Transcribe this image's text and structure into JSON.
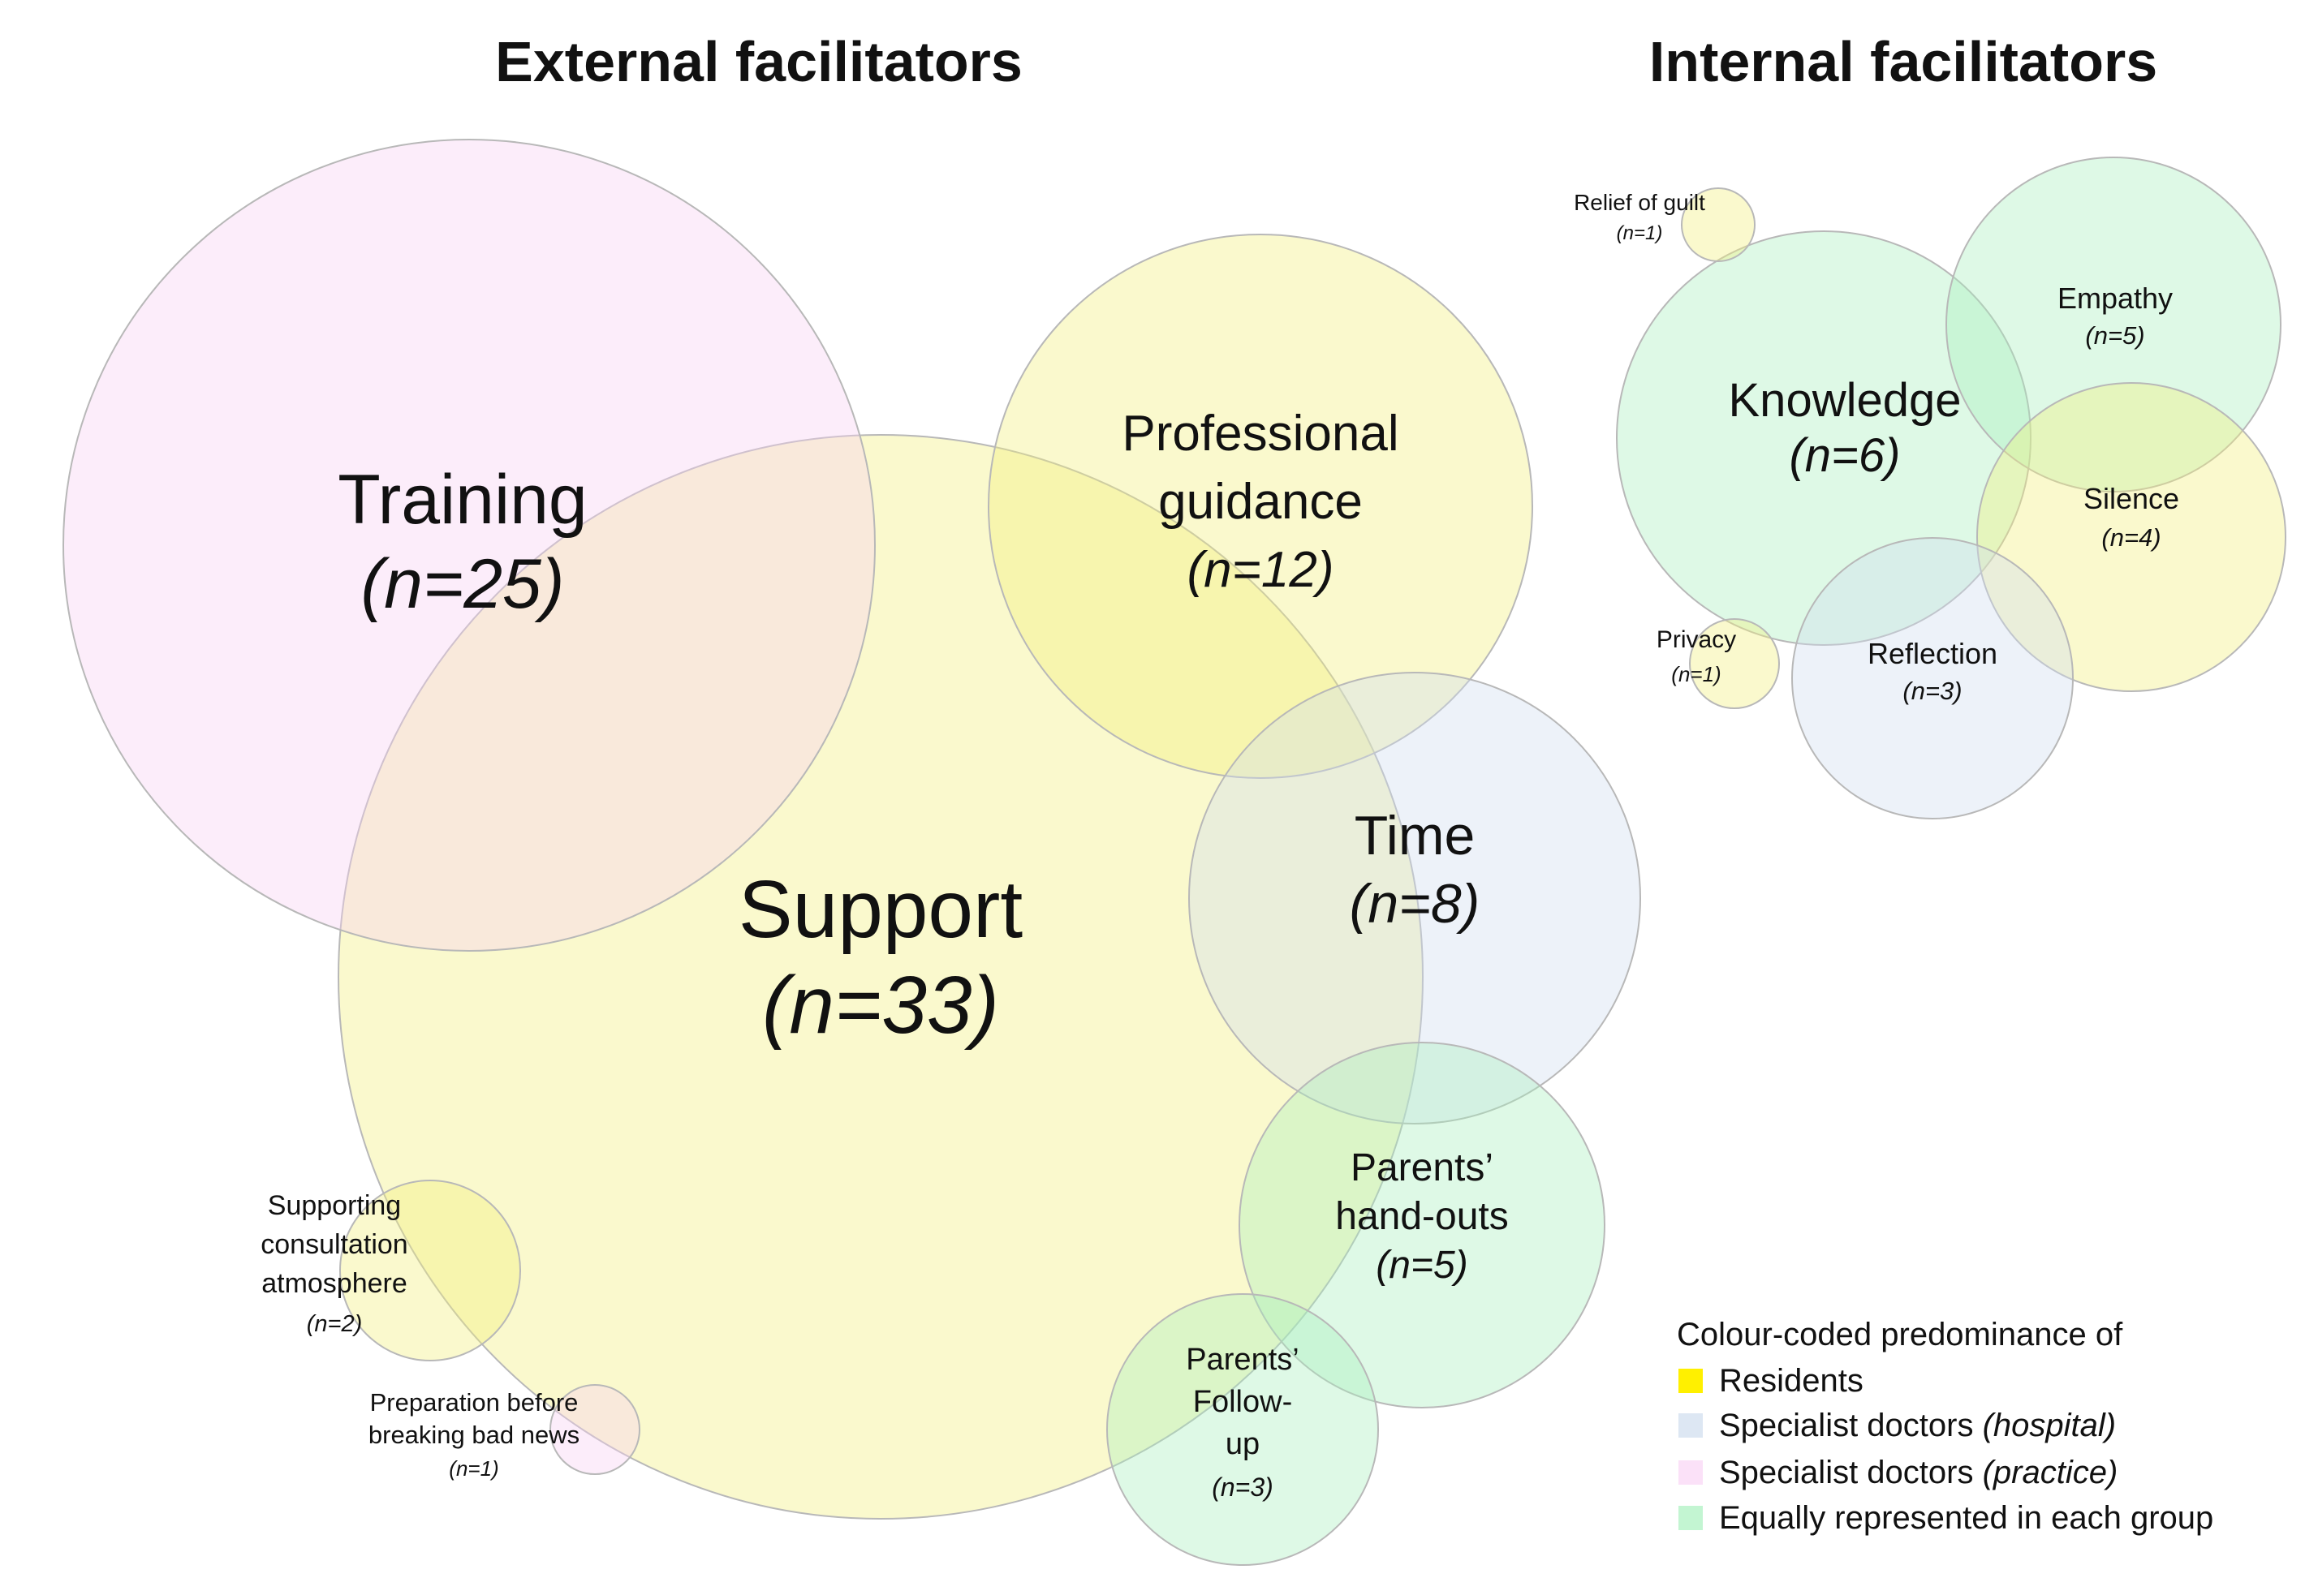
{
  "titles": {
    "external": "External facilitators",
    "internal": "Internal facilitators"
  },
  "colors": {
    "residents": "#f2ee7c",
    "specialist_hospital": "#cfdcee",
    "specialist_practice": "#f7d0f3",
    "equal": "#a9efbe",
    "stroke": "#b8b8b8"
  },
  "external": [
    {
      "id": "support",
      "lines": [
        "Support"
      ],
      "count": "(n=33)",
      "group": "residents"
    },
    {
      "id": "training",
      "lines": [
        "Training"
      ],
      "count": "(n=25)",
      "group": "specialist_practice"
    },
    {
      "id": "professional-guidance",
      "lines": [
        "Professional",
        "guidance"
      ],
      "count": "(n=12)",
      "group": "residents"
    },
    {
      "id": "time",
      "lines": [
        "Time"
      ],
      "count": "(n=8)",
      "group": "specialist_hospital"
    },
    {
      "id": "parents-hand-outs",
      "lines": [
        "Parents’",
        "hand-outs"
      ],
      "count": "(n=5)",
      "group": "equal"
    },
    {
      "id": "parents-follow-up",
      "lines": [
        "Parents’",
        "Follow-",
        "up"
      ],
      "count": "(n=3)",
      "group": "equal"
    },
    {
      "id": "supporting-consultation-atmosphere",
      "lines": [
        "Supporting",
        "consultation",
        "atmosphere"
      ],
      "count": "(n=2)",
      "group": "residents"
    },
    {
      "id": "preparation-before-breaking-bad-news",
      "lines": [
        "Preparation before",
        "breaking bad news"
      ],
      "count": "(n=1)",
      "group": "specialist_practice"
    }
  ],
  "internal": [
    {
      "id": "knowledge",
      "lines": [
        "Knowledge"
      ],
      "count": "(n=6)",
      "group": "equal"
    },
    {
      "id": "empathy",
      "lines": [
        "Empathy"
      ],
      "count": "(n=5)",
      "group": "equal"
    },
    {
      "id": "silence",
      "lines": [
        "Silence"
      ],
      "count": "(n=4)",
      "group": "residents"
    },
    {
      "id": "reflection",
      "lines": [
        "Reflection"
      ],
      "count": "(n=3)",
      "group": "specialist_hospital"
    },
    {
      "id": "relief-of-guilt",
      "lines": [
        "Relief of guilt"
      ],
      "count": "(n=1)",
      "group": "residents"
    },
    {
      "id": "privacy",
      "lines": [
        "Privacy"
      ],
      "count": "(n=1)",
      "group": "residents"
    }
  ],
  "legend": {
    "title": "Colour-coded predominance of",
    "items": [
      {
        "label": "Residents",
        "qualifier": "",
        "swatch": "#fff000"
      },
      {
        "label": "Specialist doctors ",
        "qualifier": "(hospital)",
        "swatch": "#dde7f3"
      },
      {
        "label": "Specialist doctors ",
        "qualifier": "(practice)",
        "swatch": "#fbe1f8"
      },
      {
        "label": "Equally represented in each group",
        "qualifier": "",
        "swatch": "#c3f5d2"
      }
    ]
  }
}
